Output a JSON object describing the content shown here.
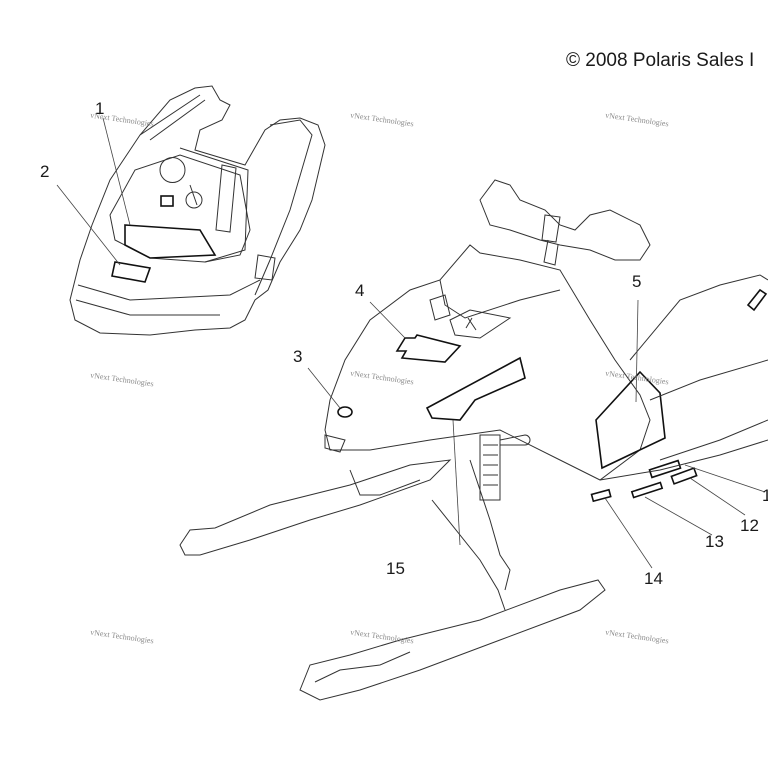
{
  "diagram": {
    "title": "Snowmobile decals parts diagram",
    "copyright": "© 2008 Polaris Sales I",
    "watermark_text": "vNext Technologies",
    "callouts": [
      {
        "id": "c1",
        "label": "1"
      },
      {
        "id": "c2",
        "label": "2"
      },
      {
        "id": "c3",
        "label": "3"
      },
      {
        "id": "c4",
        "label": "4"
      },
      {
        "id": "c5",
        "label": "5"
      },
      {
        "id": "c12",
        "label": "12"
      },
      {
        "id": "c13",
        "label": "13"
      },
      {
        "id": "c14",
        "label": "14"
      },
      {
        "id": "c15",
        "label": "15"
      },
      {
        "id": "c11",
        "label": "1"
      }
    ]
  }
}
